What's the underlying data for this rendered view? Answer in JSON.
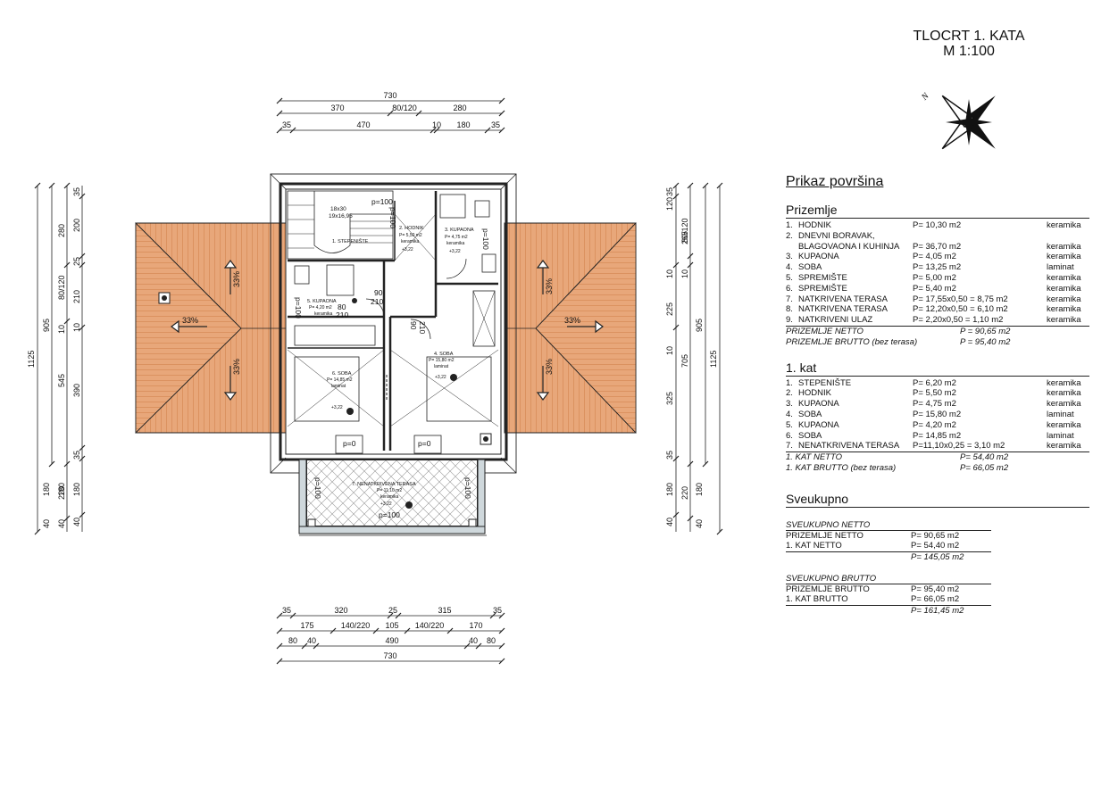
{
  "title": {
    "line1": "TLOCRT 1. KATA",
    "line2": "M 1:100"
  },
  "compass_label": "N",
  "dims": {
    "top_total": "730",
    "top_row2": [
      "370",
      "80/120",
      "280"
    ],
    "top_row3": [
      "35",
      "470",
      "10",
      "180",
      "35"
    ],
    "bottom_row1": [
      "35",
      "320",
      "25",
      "315",
      "35"
    ],
    "bottom_row2": [
      "175",
      "140/220",
      "105",
      "140/220",
      "170"
    ],
    "bottom_row3": [
      "80",
      "40",
      "490",
      "40",
      "80"
    ],
    "bottom_total": "730",
    "left_outer": "1125",
    "left_mid": [
      "905",
      "545"
    ],
    "left_inner": [
      "280",
      "80/120",
      "10",
      "390",
      "35",
      "180"
    ],
    "left_small": [
      "35",
      "200",
      "25",
      "210",
      "10",
      "390",
      "35",
      "180",
      "40"
    ],
    "left_bottom": [
      "180",
      "220",
      "40"
    ],
    "right_outer": "1125",
    "right_mid": [
      "905",
      "705"
    ],
    "right_inner": [
      "265",
      "80/120",
      "10",
      "225",
      "10",
      "325",
      "35",
      "180"
    ],
    "right_small": [
      "35",
      "120",
      "10",
      "10",
      "35",
      "40"
    ],
    "right_bottom": [
      "180",
      "220",
      "40"
    ]
  },
  "plan_labels": {
    "roof_slope": "33%",
    "stair": "18x30\n19x16,95",
    "stair_short": "18x30",
    "stair_short2": "19x16,95",
    "stepeniste": "1. STEPENIŠTE",
    "hodnik": "2. HODNIK",
    "hodnik_area": "P= 5,50 m2",
    "kupaona3": "3. KUPAONA",
    "kupaona3_area": "P= 4,75 m2",
    "kupaona5": "5. KUPAONA",
    "kupaona5_area": "P= 4,20 m2",
    "soba4": "4. SOBA",
    "soba4_area": "P= 15,80 m2",
    "soba6": "6. SOBA",
    "soba6_area": "P= 14,85 m2",
    "terasa7": "7. NENATKRIVENA TERASA",
    "terasa7_area": "P= 11,10 m2",
    "keramika": "keramika",
    "laminat": "laminat",
    "level": "+3,22",
    "p100": "p=100",
    "p0": "p=0",
    "d90_210": "90\n210",
    "d80_210": "80\n210",
    "d90": "90",
    "d80": "80",
    "d210": "210"
  },
  "legend": {
    "heading": "Prikaz površina",
    "prizemlje": {
      "title": "Prizemlje",
      "rows": [
        {
          "num": "1.",
          "name": "HODNIK",
          "area": "P= 10,30 m2",
          "mat": "keramika"
        },
        {
          "num": "2.",
          "name": "DNEVNI BORAVAK,",
          "area": "",
          "mat": ""
        },
        {
          "num": "",
          "name": "BLAGOVAONA I KUHINJA",
          "area": "P= 36,70 m2",
          "mat": "keramika"
        },
        {
          "num": "3.",
          "name": "KUPAONA",
          "area": "P=   4,05 m2",
          "mat": "keramika"
        },
        {
          "num": "4.",
          "name": "SOBA",
          "area": "P= 13,25 m2",
          "mat": "laminat"
        },
        {
          "num": "5.",
          "name": "SPREMIŠTE",
          "area": "P=   5,00 m2",
          "mat": "keramika"
        },
        {
          "num": "6.",
          "name": "SPREMIŠTE",
          "area": "P=   5,40 m2",
          "mat": "keramika"
        },
        {
          "num": "7.",
          "name": "NATKRIVENA TERASA",
          "area": "P= 17,55x0,50 =  8,75 m2",
          "mat": "keramika"
        },
        {
          "num": "8.",
          "name": "NATKRIVENA TERASA",
          "area": "P= 12,20x0,50 =  6,10 m2",
          "mat": "keramika"
        },
        {
          "num": "9.",
          "name": "NATKRIVENI ULAZ",
          "area": "P=   2,20x0,50 =  1,10 m2",
          "mat": "keramika"
        }
      ],
      "netto_label": "PRIZEMLJE NETTO",
      "netto_value": "P = 90,65 m2",
      "brutto_label": "PRIZEMLJE  BRUTTO (bez terasa)",
      "brutto_value": "P = 95,40 m2"
    },
    "kat": {
      "title": "1. kat",
      "rows": [
        {
          "num": "1.",
          "name": "STEPENIŠTE",
          "area": "P=   6,20 m2",
          "mat": "keramika"
        },
        {
          "num": "2.",
          "name": "HODNIK",
          "area": "P=   5,50 m2",
          "mat": "keramika"
        },
        {
          "num": "3.",
          "name": "KUPAONA",
          "area": "P=   4,75 m2",
          "mat": "keramika"
        },
        {
          "num": "4.",
          "name": "SOBA",
          "area": "P= 15,80 m2",
          "mat": "laminat"
        },
        {
          "num": "5.",
          "name": "KUPAONA",
          "area": "P=   4,20 m2",
          "mat": "keramika"
        },
        {
          "num": "6.",
          "name": "SOBA",
          "area": "P= 14,85 m2",
          "mat": "laminat"
        },
        {
          "num": "7.",
          "name": "NENATKRIVENA TERASA",
          "area": "P=11,10x0,25 =  3,10 m2",
          "mat": "keramika"
        }
      ],
      "netto_label": "1. KAT NETTO",
      "netto_value": "P= 54,40 m2",
      "brutto_label": "1. KAT  BRUTTO (bez terasa)",
      "brutto_value": "P= 66,05 m2"
    },
    "sveukupno": {
      "title": "Sveukupno",
      "netto_heading": "SVEUKUPNO NETTO",
      "netto_rows": [
        {
          "name": "PRIZEMLJE NETTO",
          "area": "P=   90,65 m2"
        },
        {
          "name": "1. KAT NETTO",
          "area": "P=   54,40 m2"
        }
      ],
      "netto_total": "P= 145,05 m2",
      "brutto_heading": "SVEUKUPNO  BRUTTO",
      "brutto_rows": [
        {
          "name": "PRIZEMLJE BRUTTO",
          "area": "P=   95,40 m2"
        },
        {
          "name": "1. KAT BRUTTO",
          "area": "P=   66,05 m2"
        }
      ],
      "brutto_total": "P= 161,45 m2"
    }
  },
  "colors": {
    "roof": "#e8a77a",
    "roof_line": "#c8743a",
    "line": "#222222",
    "hatch": "#9aa"
  }
}
